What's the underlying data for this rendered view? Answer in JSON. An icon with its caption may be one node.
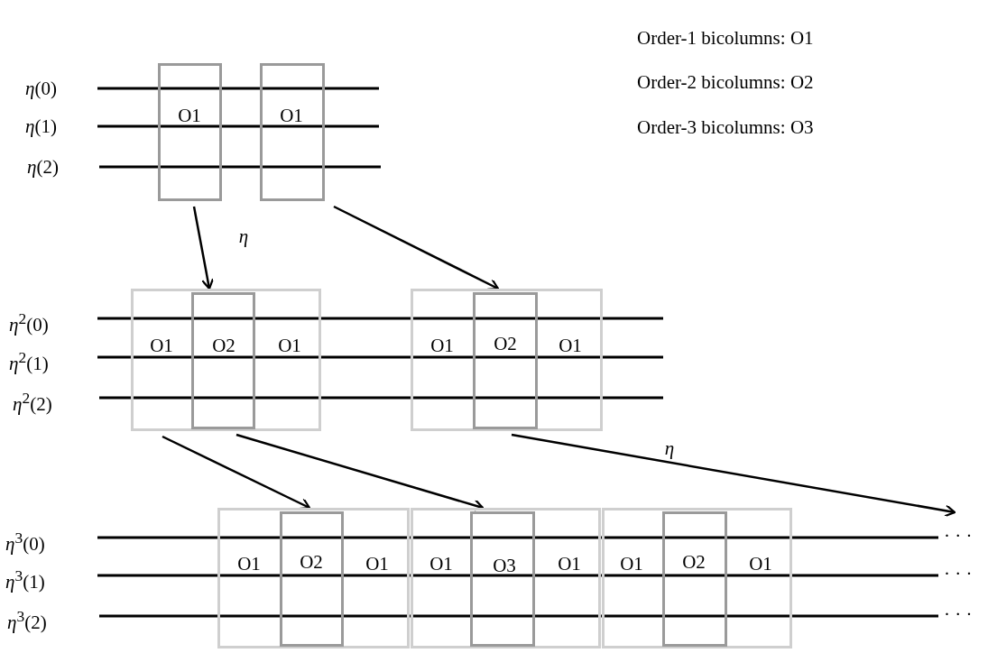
{
  "diagram": {
    "nodes": [
      {
        "text": [
          "O1"
        ]
      },
      {
        "text": [
          "O1"
        ]
      },
      {
        "text": [
          "O1",
          "O1"
        ]
      },
      {
        "text": [
          "O2"
        ],
        "in": 2
      },
      {
        "text": [
          "O1",
          "O1"
        ]
      },
      {
        "text": [
          "O2"
        ],
        "in": 4
      },
      {
        "text": [
          "O1",
          "O1"
        ]
      },
      {
        "text": [
          "O2"
        ],
        "in": 6
      },
      {
        "text": [
          "O1",
          "O1"
        ]
      },
      {
        "text": [
          "O3"
        ],
        "in": 8
      },
      {
        "text": [
          "O1",
          "O1"
        ]
      },
      {
        "text": [
          "O2"
        ],
        "in": 10
      }
    ],
    "edges": [
      {
        "from": 0,
        "to": 3,
        "arrow": "to",
        "label": "η"
      },
      {
        "from": 1,
        "to": 5,
        "arrow": "to"
      },
      {
        "from": 2,
        "to": 7,
        "arrow": "to"
      },
      {
        "from": 3,
        "to": 9,
        "arrow": "to"
      },
      {
        "from": 5,
        "to": null,
        "arrow": "to",
        "label": "η"
      }
    ],
    "labels": [
      "Order-1 bicolumns: O1",
      "*η*(0)",
      "*η*(1)",
      "*η*(2)",
      "Order-2 bicolumns: O2",
      "Order-3 bicolumns: O3",
      "*η*$^{2}$(0)",
      "*η*$^{2}$(1)",
      "*η*$^{2}$(2)",
      "*η*$^{3}$(0)",
      "· · ·",
      "*η*$^{3}$(1)",
      "· · ·",
      "*η*$^{3}$(2)",
      "· · ·"
    ]
  }
}
